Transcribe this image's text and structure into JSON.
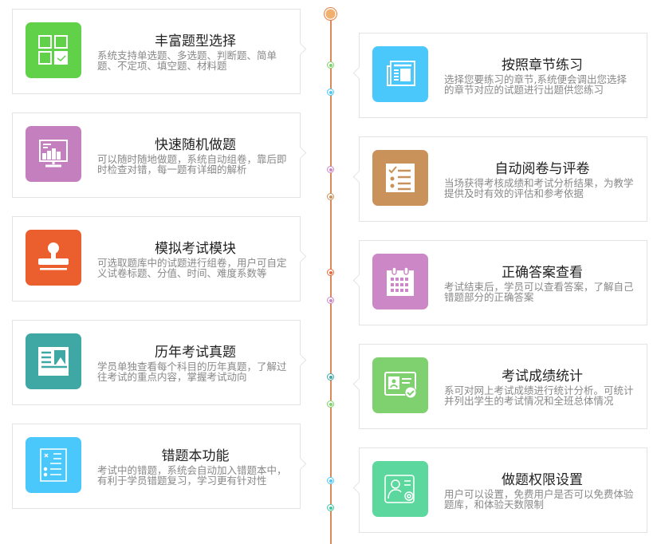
{
  "features_left": [
    {
      "title": "丰富题型选择",
      "desc": "系统支持单选题、多选题、判断题、简单题、不定项、填空题、材料题",
      "icon": "checklist-grid-icon",
      "color": "#62d14a"
    },
    {
      "title": "快速随机做题",
      "desc": "可以随时随地做题，系统自动组卷，靠后即时检查对错，每一题有详细的解析",
      "icon": "monitor-chart-icon",
      "color": "#c47fbf"
    },
    {
      "title": "模拟考试模块",
      "desc": "可选取题库中的试题进行组卷，用户可自定义试卷标题、分值、时间、难度系数等",
      "icon": "stamp-icon",
      "color": "#eb5e2d"
    },
    {
      "title": "历年考试真题",
      "desc": "学员单独查看每个科目的历年真题，了解过往考试的重点内容，掌握考试动向",
      "icon": "article-image-icon",
      "color": "#3fa8a4"
    },
    {
      "title": "错题本功能",
      "desc": "考试中的错题，系统会自动加入错题本中，有利于学员错题复习，学习更有针对性",
      "icon": "error-list-icon",
      "color": "#4bc8fb"
    }
  ],
  "features_right": [
    {
      "title": "按照章节练习",
      "desc": "选择您要练习的章节,系统便会调出您选择的章节对应的试题进行出题供您练习",
      "icon": "newspaper-icon",
      "color": "#4bc8fb"
    },
    {
      "title": "自动阅卷与评卷",
      "desc": "当场获得考核成绩和考试分析结果，为教学提供及时有效的评估和参考依据",
      "icon": "checklist-icon",
      "color": "#c9925a"
    },
    {
      "title": "正确答案查看",
      "desc": "考试结束后，学员可以查看答案，了解自己错题部分的正确答案",
      "icon": "calendar-icon",
      "color": "#cc88c6"
    },
    {
      "title": "考试成绩统计",
      "desc": "系可对网上考试成绩进行统计分析。可统计并列出学生的考试情况和全班总体情况",
      "icon": "id-card-check-icon",
      "color": "#7fd06e"
    },
    {
      "title": "做题权限设置",
      "desc": "用户可以设置，免费用户是否可以免费体验题库，和体验天数限制",
      "icon": "user-settings-icon",
      "color": "#5cd89f"
    }
  ],
  "timeline": {
    "line_color": "#d98a5a",
    "dot_colors": [
      "#7ed36a",
      "#4bc8fb",
      "#cc88c6",
      "#c9925a",
      "#eb6a3d",
      "#cc88c6",
      "#3fa8a4",
      "#7ed36a",
      "#4bc8fb",
      "#3fc8a0"
    ]
  }
}
